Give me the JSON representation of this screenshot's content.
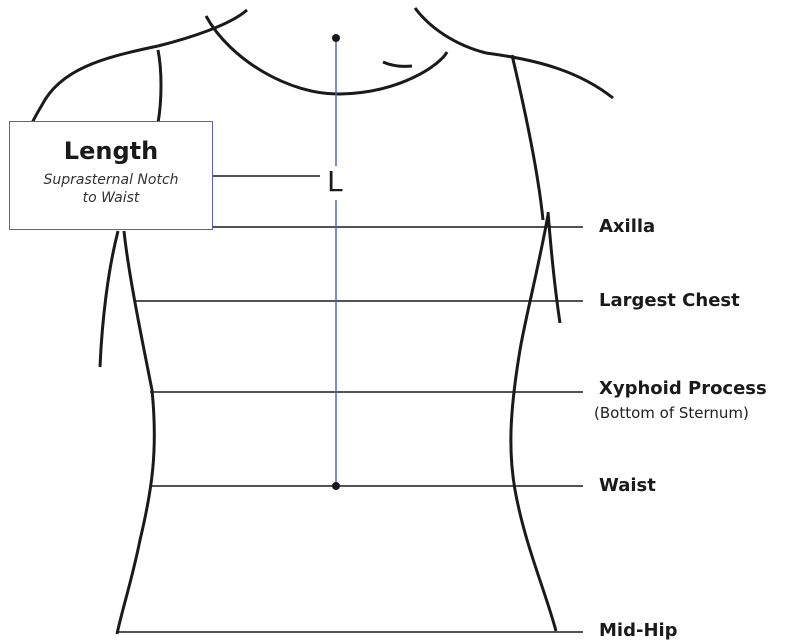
{
  "length_box": {
    "title": "Length",
    "subtitle_line1": "Suprasternal Notch",
    "subtitle_line2": "to Waist"
  },
  "length_marker": "L",
  "levels": {
    "axilla": "Axilla",
    "largest_chest": "Largest Chest",
    "xyphoid": "Xyphoid Process",
    "xyphoid_note": "(Bottom of Sternum)",
    "waist": "Waist",
    "mid_hip": "Mid-Hip"
  },
  "colors": {
    "measure_line": "#5b63b0",
    "outline": "#1a1a1a"
  }
}
